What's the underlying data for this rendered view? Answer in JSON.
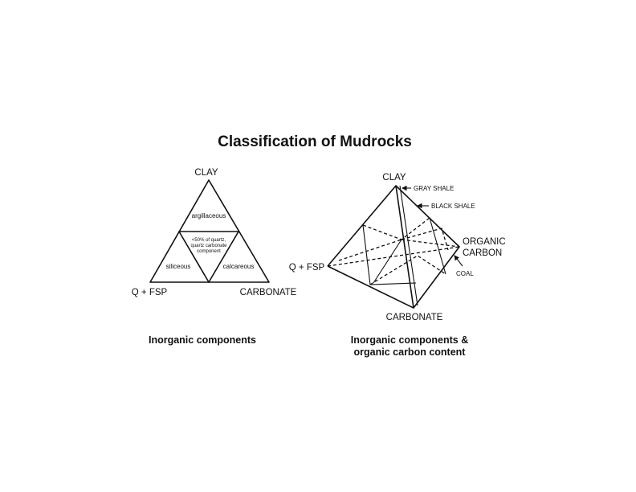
{
  "title": "Classification of Mudrocks",
  "ternary": {
    "apex_top": "CLAY",
    "apex_left": "Q + FSP",
    "apex_right": "CARBONATE",
    "field_top": "argillaceous",
    "field_center_lines": [
      "<50% of quartz,",
      "quartz carbonate",
      "component"
    ],
    "field_left": "siliceous",
    "field_right": "calcareous",
    "caption": "Inorganic components"
  },
  "tetrahedron": {
    "apex_top": "CLAY",
    "apex_left": "Q + FSP",
    "apex_bottom": "CARBONATE",
    "apex_right_lines": [
      "ORGANIC",
      "CARBON"
    ],
    "label_gray_shale": "GRAY SHALE",
    "label_black_shale": "BLACK SHALE",
    "label_coal": "COAL",
    "caption_lines": [
      "Inorganic components &",
      "organic carbon content"
    ]
  }
}
